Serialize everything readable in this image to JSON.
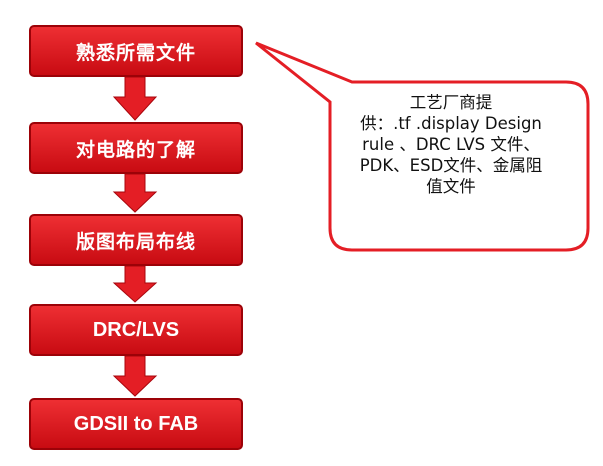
{
  "flow": {
    "steps": [
      "熟悉所需文件",
      "对电路的了解",
      "版图布局布线",
      "DRC/LVS",
      "GDSII to FAB"
    ]
  },
  "callout": {
    "lines": [
      "工艺厂商提",
      "供：.tf .display Design",
      "rule 、DRC LVS 文件、",
      "PDK、ESD文件、金属阻",
      "值文件"
    ]
  },
  "colors": {
    "step_fill": "#e41e25",
    "step_border": "#9c0208",
    "arrow": "#e41e25",
    "callout_border": "#e41e25"
  }
}
